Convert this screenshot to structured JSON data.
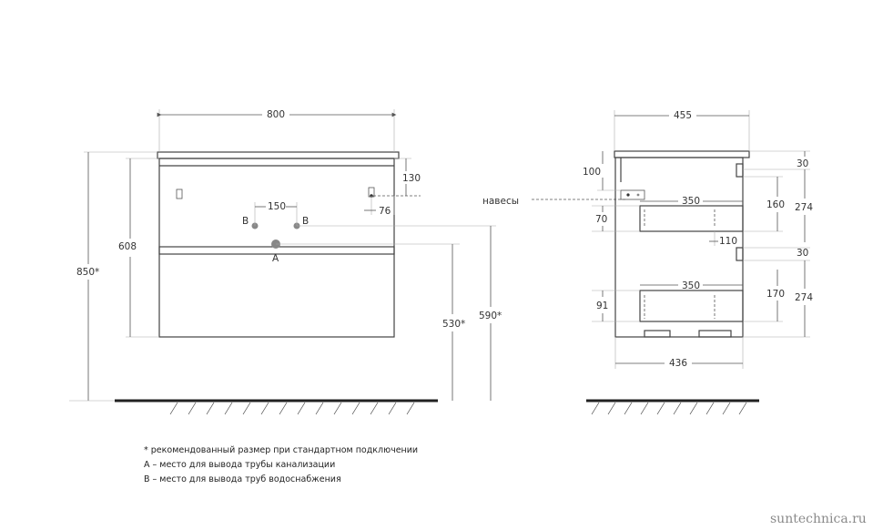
{
  "dimensions": {
    "front_width": "800",
    "total_height": "850*",
    "body_height": "608",
    "top_drawer": "130",
    "pipe_spacing": "150",
    "hinge_offset": "76",
    "floor_530": "530*",
    "floor_590": "590*",
    "side_depth": "455",
    "side_bottom_depth": "436",
    "d100": "100",
    "d350_top": "350",
    "d160": "160",
    "d70": "70",
    "d110": "110",
    "d30_top": "30",
    "d30_mid": "30",
    "d274_top": "274",
    "d274_bottom": "274",
    "d350_bottom": "350",
    "d170": "170",
    "d91": "91"
  },
  "labels": {
    "hinges": "навесы",
    "b_left": "B",
    "b_right": "B",
    "a": "A"
  },
  "notes": [
    "* рекомендованный размер при стандартном подключении",
    "А – место для вывода трубы канализации",
    "В – место для вывода труб водоснабжения"
  ],
  "watermark": "suntechnica.ru"
}
